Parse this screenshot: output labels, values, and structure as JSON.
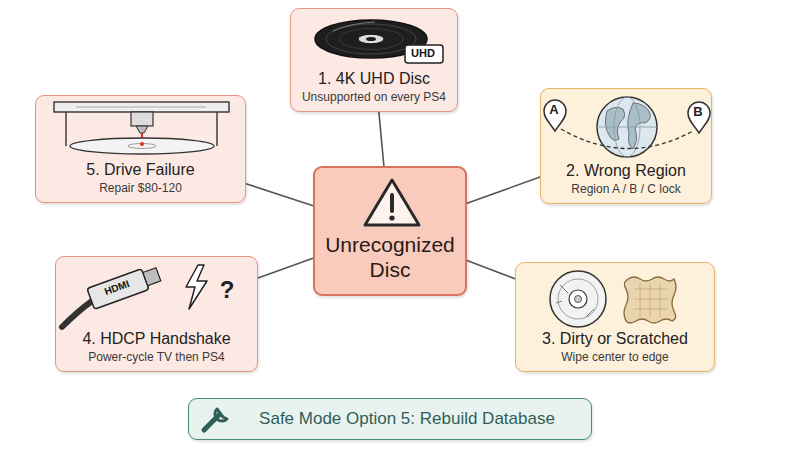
{
  "diagram": {
    "nodes": [
      {
        "text": [
          "Unrecognized Disc"
        ]
      },
      {
        "text": [
          "1. 4K UHD Disc",
          "Unsupported on every PS4"
        ]
      },
      {
        "text": [
          "2. Wrong Region",
          "Region A / B / C lock"
        ]
      },
      {
        "text": [
          "3. Dirty or Scratched",
          "Wipe center to edge"
        ]
      },
      {
        "text": [
          "4. HDCP Handshake",
          "Power-cycle TV then PS4"
        ]
      },
      {
        "text": [
          "5. Drive Failure",
          "Repair $80-120"
        ]
      },
      {
        "text": [
          "Safe Mode Option 5: Rebuild Database"
        ]
      }
    ],
    "edges": [
      {
        "from": 0,
        "to": 1,
        "arrow": "none"
      },
      {
        "from": 0,
        "to": 2,
        "arrow": "none"
      },
      {
        "from": 0,
        "to": 3,
        "arrow": "none"
      },
      {
        "from": 0,
        "to": 4,
        "arrow": "none"
      },
      {
        "from": 0,
        "to": 5,
        "arrow": "none"
      }
    ],
    "labels": [
      "UHD",
      "A",
      "B",
      "HDMI",
      "?"
    ]
  }
}
